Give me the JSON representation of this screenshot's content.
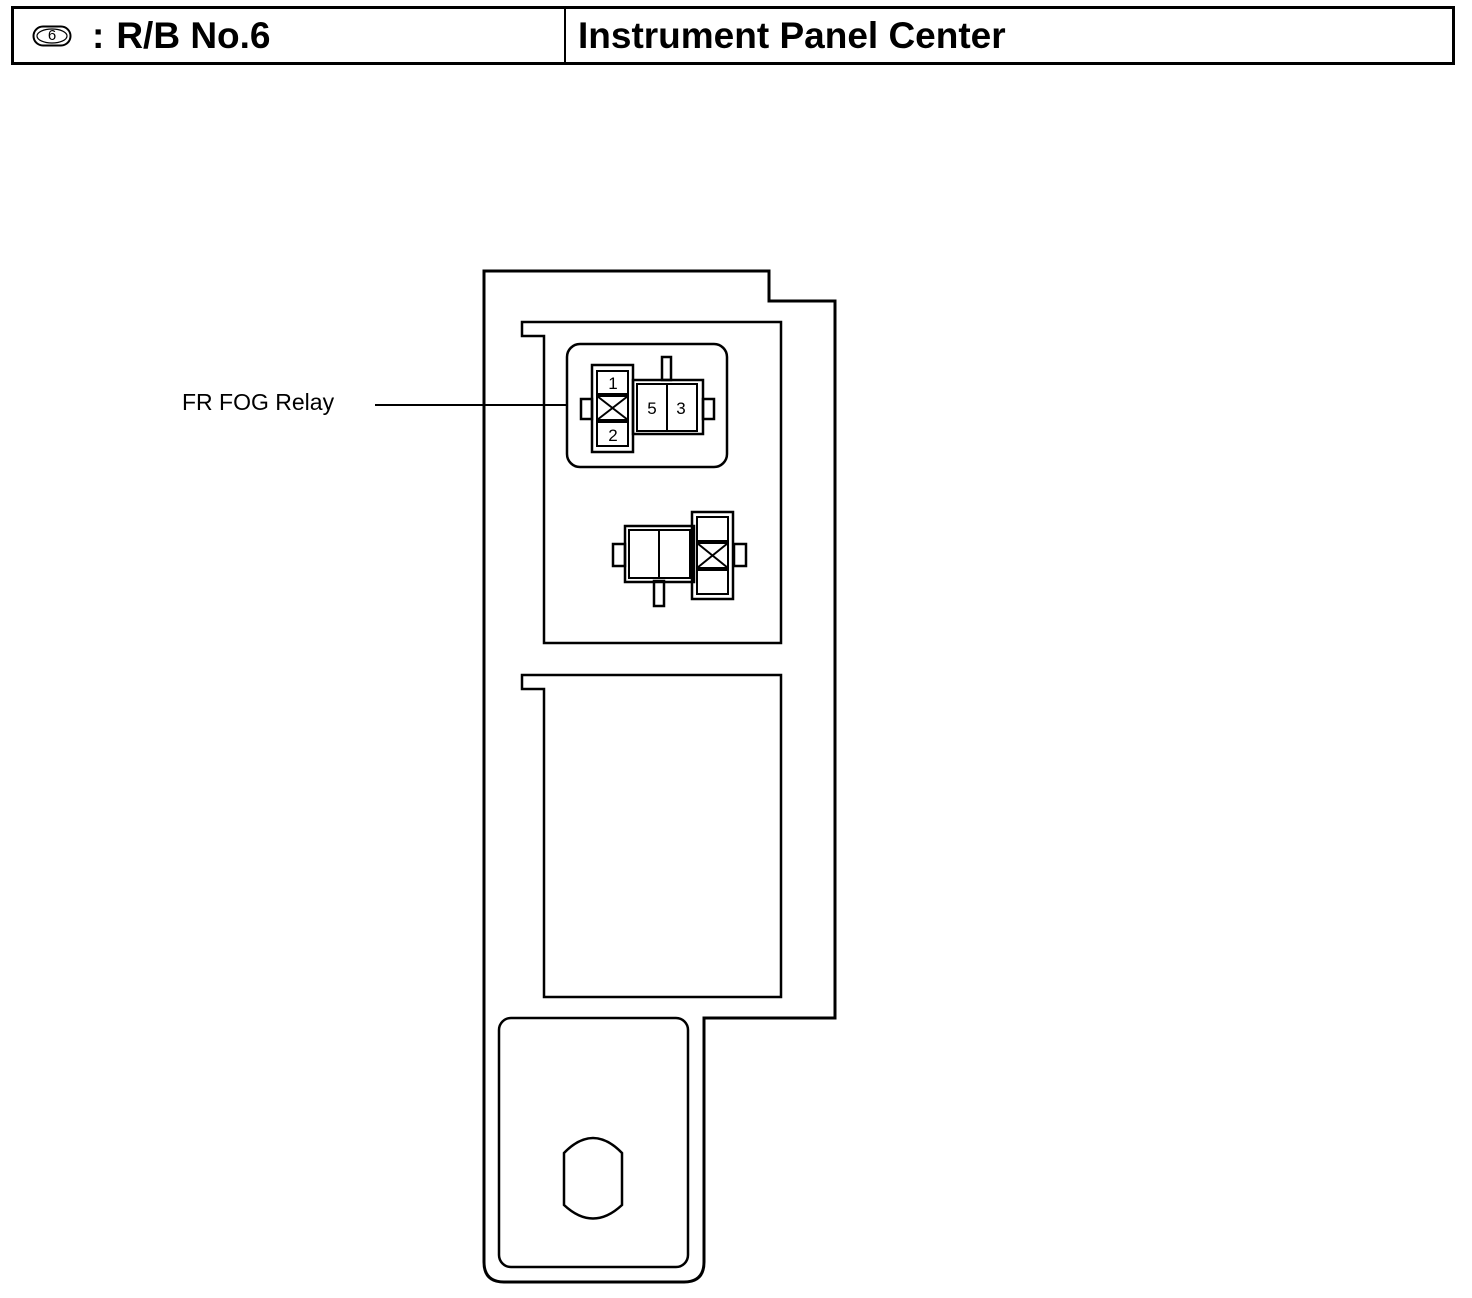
{
  "header": {
    "badge_number": "6",
    "colon": ":",
    "rb_name": "R/B No.6",
    "location": "Instrument Panel Center"
  },
  "diagram": {
    "callout_label": "FR FOG Relay",
    "relay_terminals": {
      "t1": "1",
      "t2": "2",
      "t5": "5",
      "t3": "3"
    }
  }
}
